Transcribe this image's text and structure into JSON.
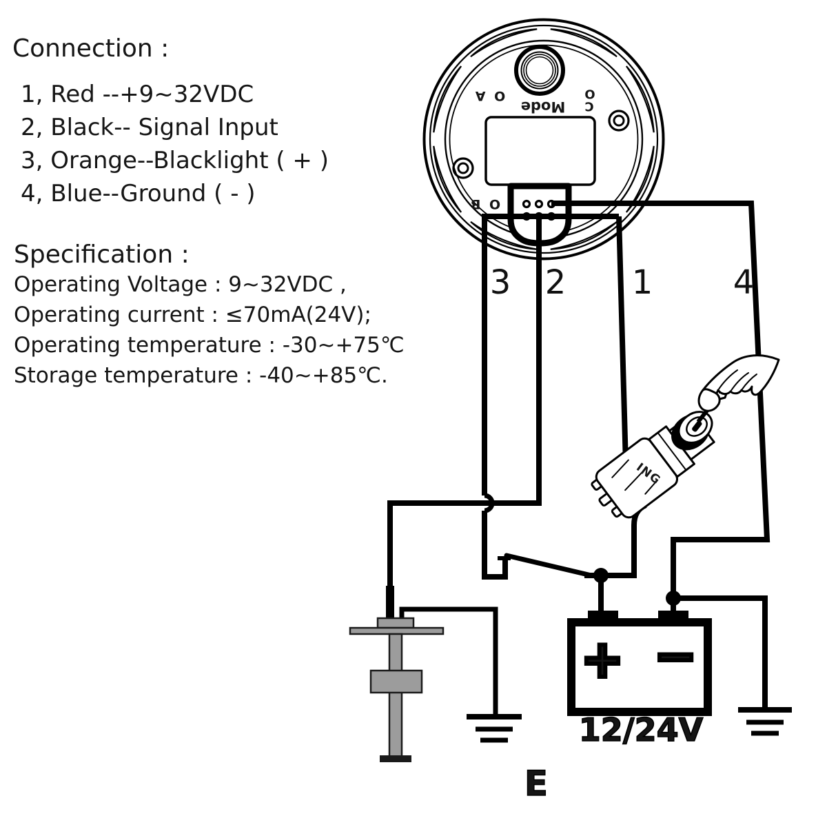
{
  "connection": {
    "heading": "Connection :",
    "items": [
      "1,  Red --+9~32VDC",
      "2,  Black-- Signal Input",
      "3,  Orange--Blacklight ( + )",
      "4,  Blue--Ground ( - )"
    ]
  },
  "specification": {
    "heading": "Specification :",
    "lines": [
      "Operating Voltage : 9~32VDC ,",
      "Operating current : ≤70mA(24V);",
      "Operating temperature : -30~+75℃",
      "Storage temperature : -40~+85℃."
    ]
  },
  "gauge": {
    "mode_label": "Mode",
    "button_a_label": "O A",
    "button_c_label_top": "O",
    "button_c_label_bottom": "C",
    "button_b_label": "O B"
  },
  "wire_labels": {
    "w3": "3",
    "w2": "2",
    "w1": "1",
    "w4": "4"
  },
  "ignition_switch": {
    "label": "ING"
  },
  "battery": {
    "voltage": "12/24V",
    "positive": "+",
    "negative": "−"
  },
  "diagram_note": "E",
  "colors": {
    "line": "#000000",
    "sender_gray": "#9c9c9c",
    "background": "#ffffff"
  }
}
